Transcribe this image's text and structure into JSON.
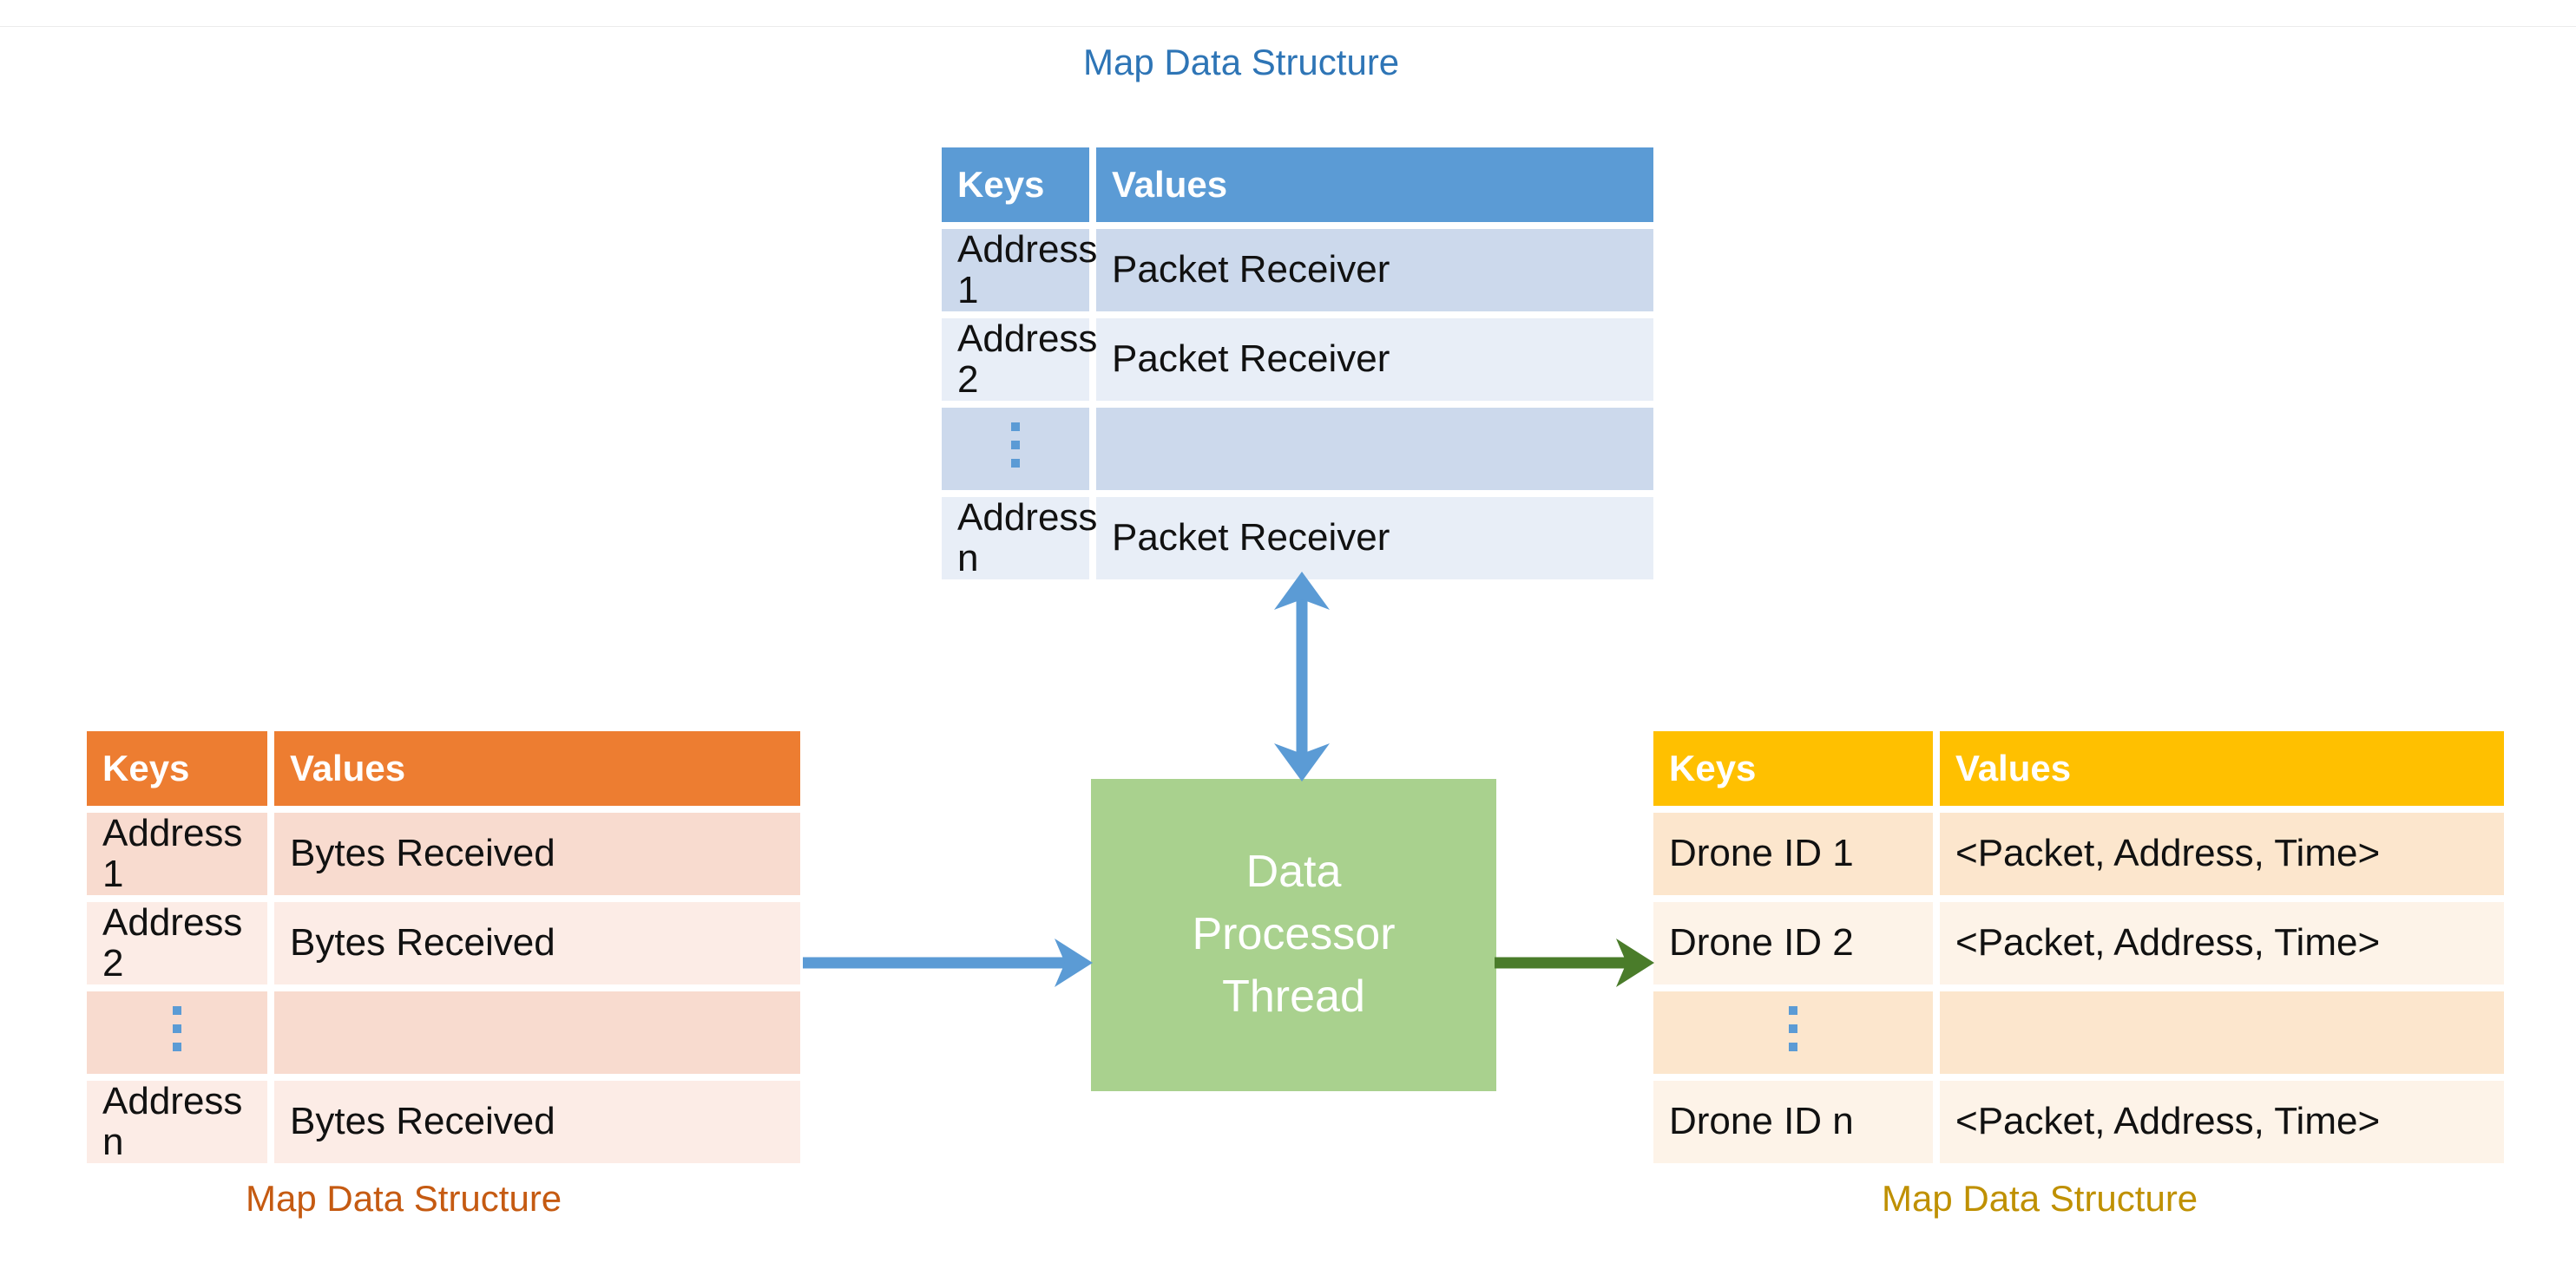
{
  "diagram": {
    "title_top": "Map Data Structure",
    "title_left": "Map Data Structure",
    "title_right": "Map Data Structure",
    "processor": {
      "line1": "Data",
      "line2": "Processor",
      "line3": "Thread"
    },
    "ellipsis_glyph": "⋮",
    "colors": {
      "blue_header": "#5b9bd5",
      "blue_band_a": "#ccd9ec",
      "blue_band_b": "#e8eef7",
      "blue_caption": "#2e75b6",
      "orange_header": "#ed7d31",
      "orange_band_a": "#f8dbcf",
      "orange_band_b": "#fcece6",
      "orange_caption": "#c55a11",
      "gold_header": "#ffc000",
      "gold_band_a": "#fce6cd",
      "gold_band_b": "#fdf3e8",
      "gold_caption": "#bf9000",
      "processor_fill": "#a9d18e",
      "arrow_blue": "#5b9bd5",
      "arrow_green": "#4a7c2a"
    },
    "tables": {
      "top": {
        "name": "packet-receiver-map",
        "headers": [
          "Keys",
          "Values"
        ],
        "rows": [
          {
            "key": "Address 1",
            "value": "Packet Receiver",
            "ellipsis": false
          },
          {
            "key": "Address 2",
            "value": "Packet Receiver",
            "ellipsis": false
          },
          {
            "key": "",
            "value": "",
            "ellipsis": true
          },
          {
            "key": "Address n",
            "value": "Packet Receiver",
            "ellipsis": false
          }
        ]
      },
      "left": {
        "name": "bytes-received-map",
        "headers": [
          "Keys",
          "Values"
        ],
        "rows": [
          {
            "key": "Address 1",
            "value": "Bytes Received",
            "ellipsis": false
          },
          {
            "key": "Address 2",
            "value": "Bytes Received",
            "ellipsis": false
          },
          {
            "key": "",
            "value": "",
            "ellipsis": true
          },
          {
            "key": "Address n",
            "value": "Bytes Received",
            "ellipsis": false
          }
        ]
      },
      "right": {
        "name": "drone-packet-map",
        "headers": [
          "Keys",
          "Values"
        ],
        "rows": [
          {
            "key": "Drone ID 1",
            "value": "<Packet, Address, Time>",
            "ellipsis": false
          },
          {
            "key": "Drone ID 2",
            "value": "<Packet, Address, Time>",
            "ellipsis": false
          },
          {
            "key": "",
            "value": "",
            "ellipsis": true
          },
          {
            "key": "Drone ID n",
            "value": "<Packet, Address, Time>",
            "ellipsis": false
          }
        ]
      }
    },
    "arrows": [
      {
        "name": "arrow-left-table-to-processor",
        "direction": "right",
        "color": "#5b9bd5"
      },
      {
        "name": "arrow-processor-to-right-table",
        "direction": "right",
        "color": "#4a7c2a"
      },
      {
        "name": "arrow-processor-to-top-table",
        "direction": "both",
        "color": "#5b9bd5"
      }
    ]
  }
}
